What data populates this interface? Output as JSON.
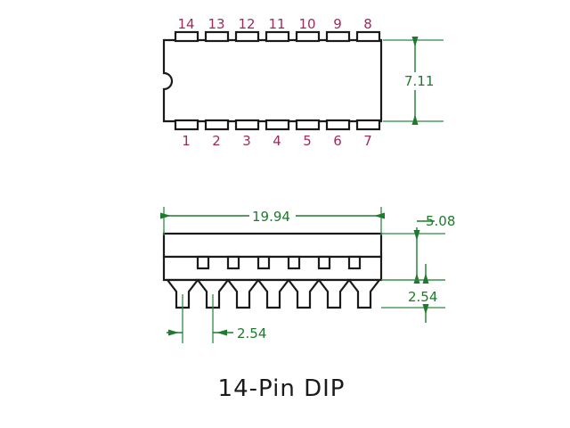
{
  "drawing": {
    "title": "14-Pin DIP",
    "top_view": {
      "pin_numbers_top": [
        "14",
        "13",
        "12",
        "11",
        "10",
        "9",
        "8"
      ],
      "pin_numbers_bottom": [
        "1",
        "2",
        "3",
        "4",
        "5",
        "6",
        "7"
      ],
      "notch_label": "pin-1-notch"
    },
    "dimensions": {
      "body_width_top_view": "7.11",
      "package_length": "19.94",
      "body_height_side": "5.08",
      "lead_length": "2.54",
      "lead_pitch": "2.54"
    },
    "colors": {
      "outline": "#1a1a1a",
      "dimension": "#1f7a2e",
      "pin_number": "#9c2b5e",
      "background": "#ffffff",
      "title": "#1a1a1a"
    }
  }
}
